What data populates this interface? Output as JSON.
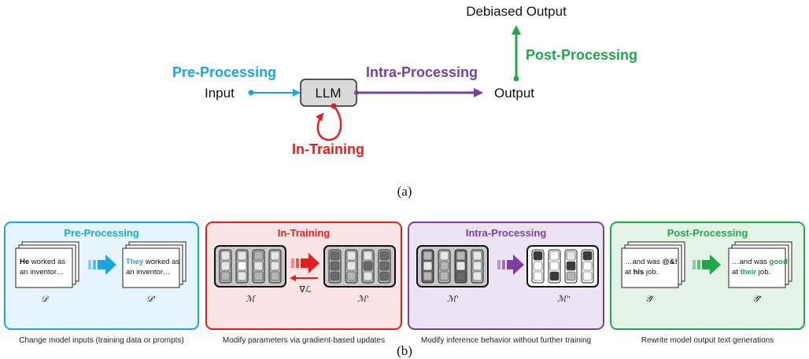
{
  "panel_a": {
    "top_output": "Debiased Output",
    "post_label": "Post-Processing",
    "pre_label": "Pre-Processing",
    "input": "Input",
    "llm": "LLM",
    "intra_label": "Intra-Processing",
    "output": "Output",
    "in_training_label": "In-Training",
    "caption": "(a)"
  },
  "panel_b": {
    "caption": "(b)",
    "panels": [
      {
        "title": "Pre-Processing",
        "color": "#1aa5df",
        "bg": "#e6f4fb",
        "doc_left_bold": "He",
        "doc_left_line1": " worked as",
        "doc_left_line2": "an inventor…",
        "doc_right_bold": "They",
        "doc_right_line1": " worked as",
        "doc_right_line2": "an inventor…",
        "sym_left": "𝒟",
        "sym_right": "𝒟′",
        "description": "Change model inputs (training data or prompts)"
      },
      {
        "title": "In-Training",
        "color": "#e02020",
        "bg": "#fbe4e4",
        "sym_left": "ℳ",
        "sym_right": "ℳ′",
        "grad": "∇ℒ",
        "description": "Modify parameters via gradient-based updates"
      },
      {
        "title": "Intra-Processing",
        "color": "#7b3fa0",
        "bg": "#ece4f2",
        "sym_left": "ℳ′",
        "sym_right": "ℳ″",
        "description": "Modify inference behavior without further training"
      },
      {
        "title": "Post-Processing",
        "color": "#22a64a",
        "bg": "#e3f3e6",
        "doc_left_line1_pre": "…and was ",
        "doc_left_line1_bold": "@&!",
        "doc_left_line2_pre": "at ",
        "doc_left_line2_bold": "his",
        "doc_left_line2_post": " job.",
        "doc_right_line1_pre": "…and was ",
        "doc_right_line1_bold": "good",
        "doc_right_line2_pre": "at ",
        "doc_right_line2_bold": "their",
        "doc_right_line2_post": " job.",
        "sym_left": "𝒴̂",
        "sym_right": "𝒴̂′",
        "description": "Rewrite model output text generations"
      }
    ]
  },
  "colors": {
    "pre": "#1aa5df",
    "in_training": "#e02020",
    "intra": "#7b3fa0",
    "post": "#22a64a",
    "llm_fill": "#d9d9d9"
  }
}
